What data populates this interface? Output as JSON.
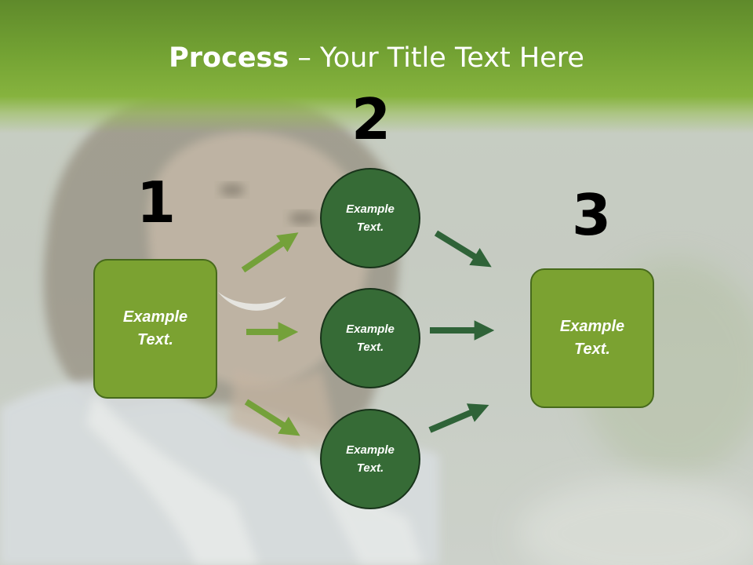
{
  "title": {
    "strong": "Process",
    "rest": " – Your Title Text Here"
  },
  "steps": {
    "one": "1",
    "two": "2",
    "three": "3"
  },
  "left_box": {
    "line1": "Example",
    "line2": "Text."
  },
  "circles": [
    {
      "line1": "Example",
      "line2": "Text."
    },
    {
      "line1": "Example",
      "line2": "Text."
    },
    {
      "line1": "Example",
      "line2": "Text."
    }
  ],
  "right_box": {
    "line1": "Example",
    "line2": "Text."
  },
  "colors": {
    "header_green": "#73a233",
    "box_green": "#7ba231",
    "circle_green": "#366b36",
    "arrow_light": "#74a13a",
    "arrow_dark": "#2f6338"
  },
  "icons": {
    "arrow": "right-arrow-icon"
  }
}
